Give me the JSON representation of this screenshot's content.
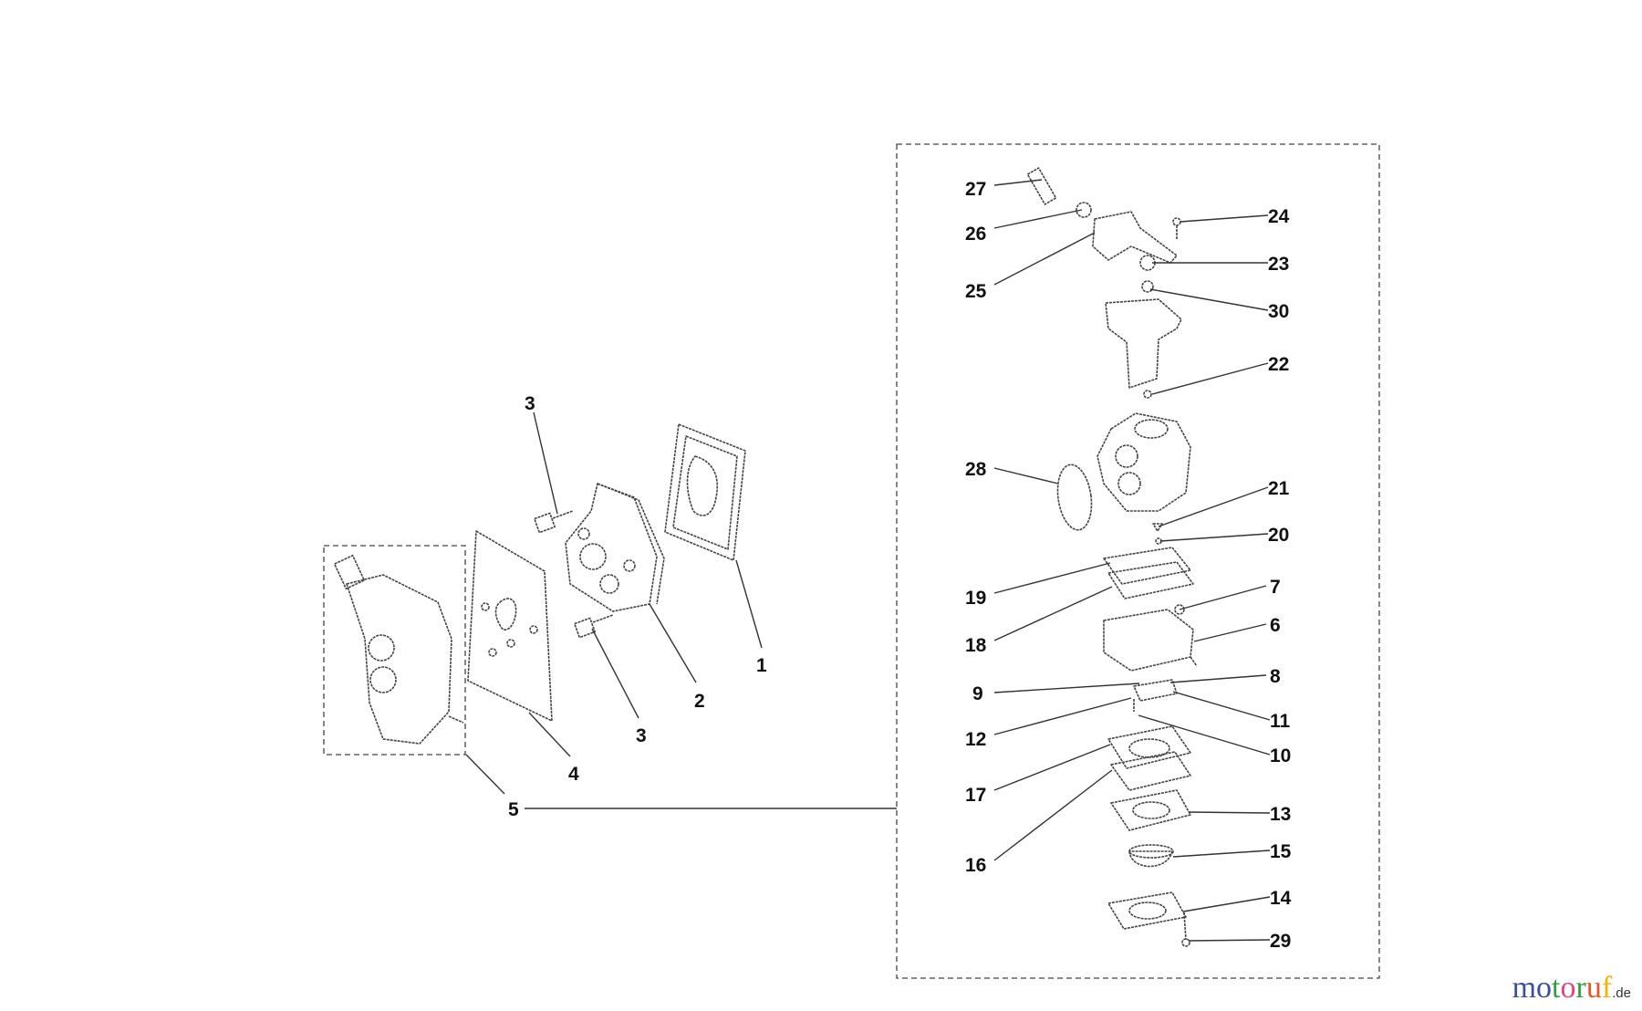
{
  "parts": {
    "p1": "1",
    "p2": "2",
    "p3a": "3",
    "p3b": "3",
    "p4": "4",
    "p5": "5",
    "p6": "6",
    "p7": "7",
    "p8": "8",
    "p9": "9",
    "p10": "10",
    "p11": "11",
    "p12": "12",
    "p13": "13",
    "p14": "14",
    "p15": "15",
    "p16": "16",
    "p17": "17",
    "p18": "18",
    "p19": "19",
    "p20": "20",
    "p21": "21",
    "p22": "22",
    "p23": "23",
    "p24": "24",
    "p25": "25",
    "p26": "26",
    "p27": "27",
    "p28": "28",
    "p29": "29",
    "p30": "30"
  },
  "logo": {
    "text": "motoruf",
    "suffix": ".de",
    "letter_colors": [
      "#3b4fa0",
      "#3b4fa0",
      "#2e9e3e",
      "#e0457b",
      "#2e9e3e",
      "#e2562a",
      "#f2b400"
    ]
  }
}
